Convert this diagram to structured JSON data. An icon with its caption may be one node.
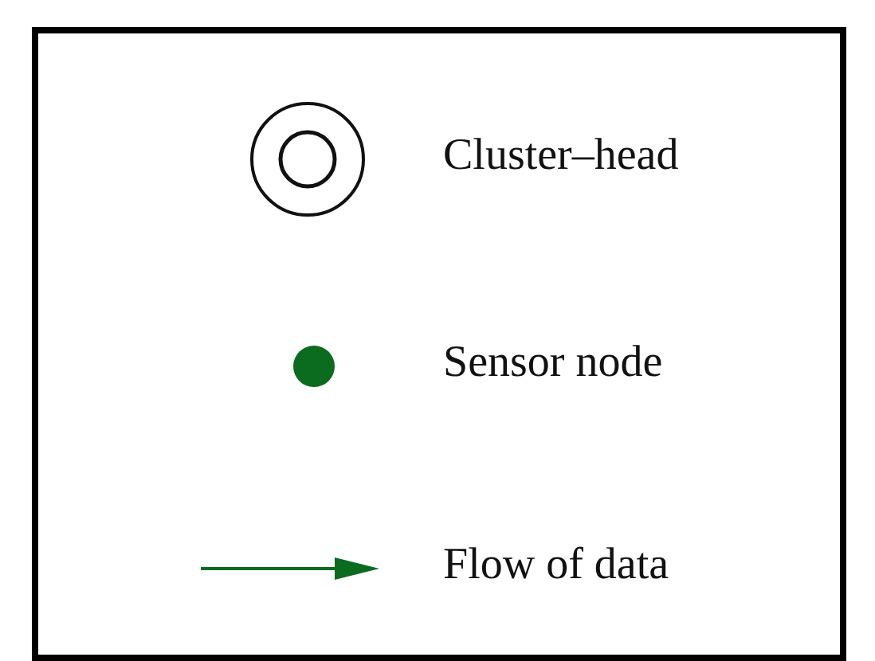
{
  "diagram": {
    "legend": [
      {
        "text": "Cluster–head"
      },
      {
        "text": "Sensor node"
      },
      {
        "text": "Flow of data"
      }
    ]
  }
}
